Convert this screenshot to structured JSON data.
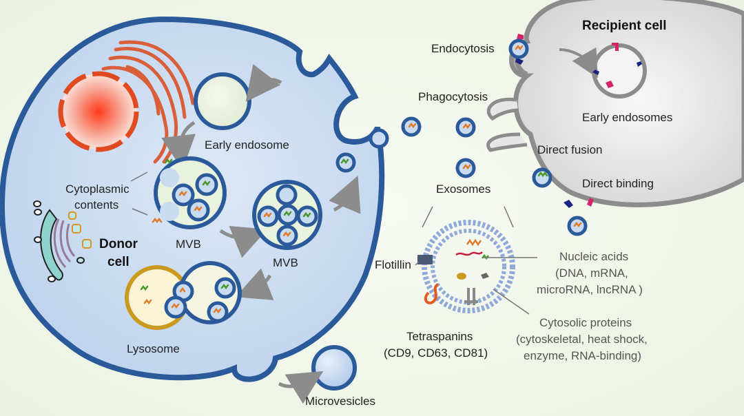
{
  "title": "Exosome biogenesis, composition and uptake",
  "colors": {
    "background": "#f2f7ec",
    "donor_cell_fill": "#c9dbf0",
    "membrane_blue": "#2b5a9b",
    "recipient_cell_fill": "#e6e6e6",
    "recipient_membrane": "#8c8c8c",
    "lysosome_border": "#c99a1e",
    "lysosome_fill": "#fbf3d6",
    "nucleus_red": "#e8502a",
    "er_orange": "#dc6a42",
    "arrow_grey": "#8c8c8c",
    "rna_orange": "#e07b2a",
    "rna_green": "#4a9a2a",
    "receptor_pink": "#d6246a",
    "receptor_navy": "#1a237e",
    "lipid_blue": "#8fa9d8"
  },
  "labels": {
    "recipient_cell": "Recipient cell",
    "endocytosis": "Endocytosis",
    "early_endosomes": "Early endosomes",
    "phagocytosis": "Phagocytosis",
    "direct_fusion": "Direct fusion",
    "direct_binding": "Direct binding",
    "exosomes": "Exosomes",
    "early_endosome": "Early endosome",
    "cytoplasmic_contents_1": "Cytoplasmic",
    "cytoplasmic_contents_2": "contents",
    "mvb_1": "MVB",
    "mvb_2": "MVB",
    "donor_cell_1": "Donor",
    "donor_cell_2": "cell",
    "lysosome": "Lysosome",
    "microvesicles": "Microvesicles",
    "flotillin": "Flotillin",
    "tetraspanins_1": "Tetraspanins",
    "tetraspanins_2": "(CD9, CD63, CD81)",
    "nucleic_acids_1": "Nucleic acids",
    "nucleic_acids_2": "(DNA, mRNA,",
    "nucleic_acids_3": "microRNA, lncRNA )",
    "cytosolic_1": "Cytosolic proteins",
    "cytosolic_2": "(cytoskeletal, heat shock,",
    "cytosolic_3": "enzyme, RNA-binding)"
  }
}
